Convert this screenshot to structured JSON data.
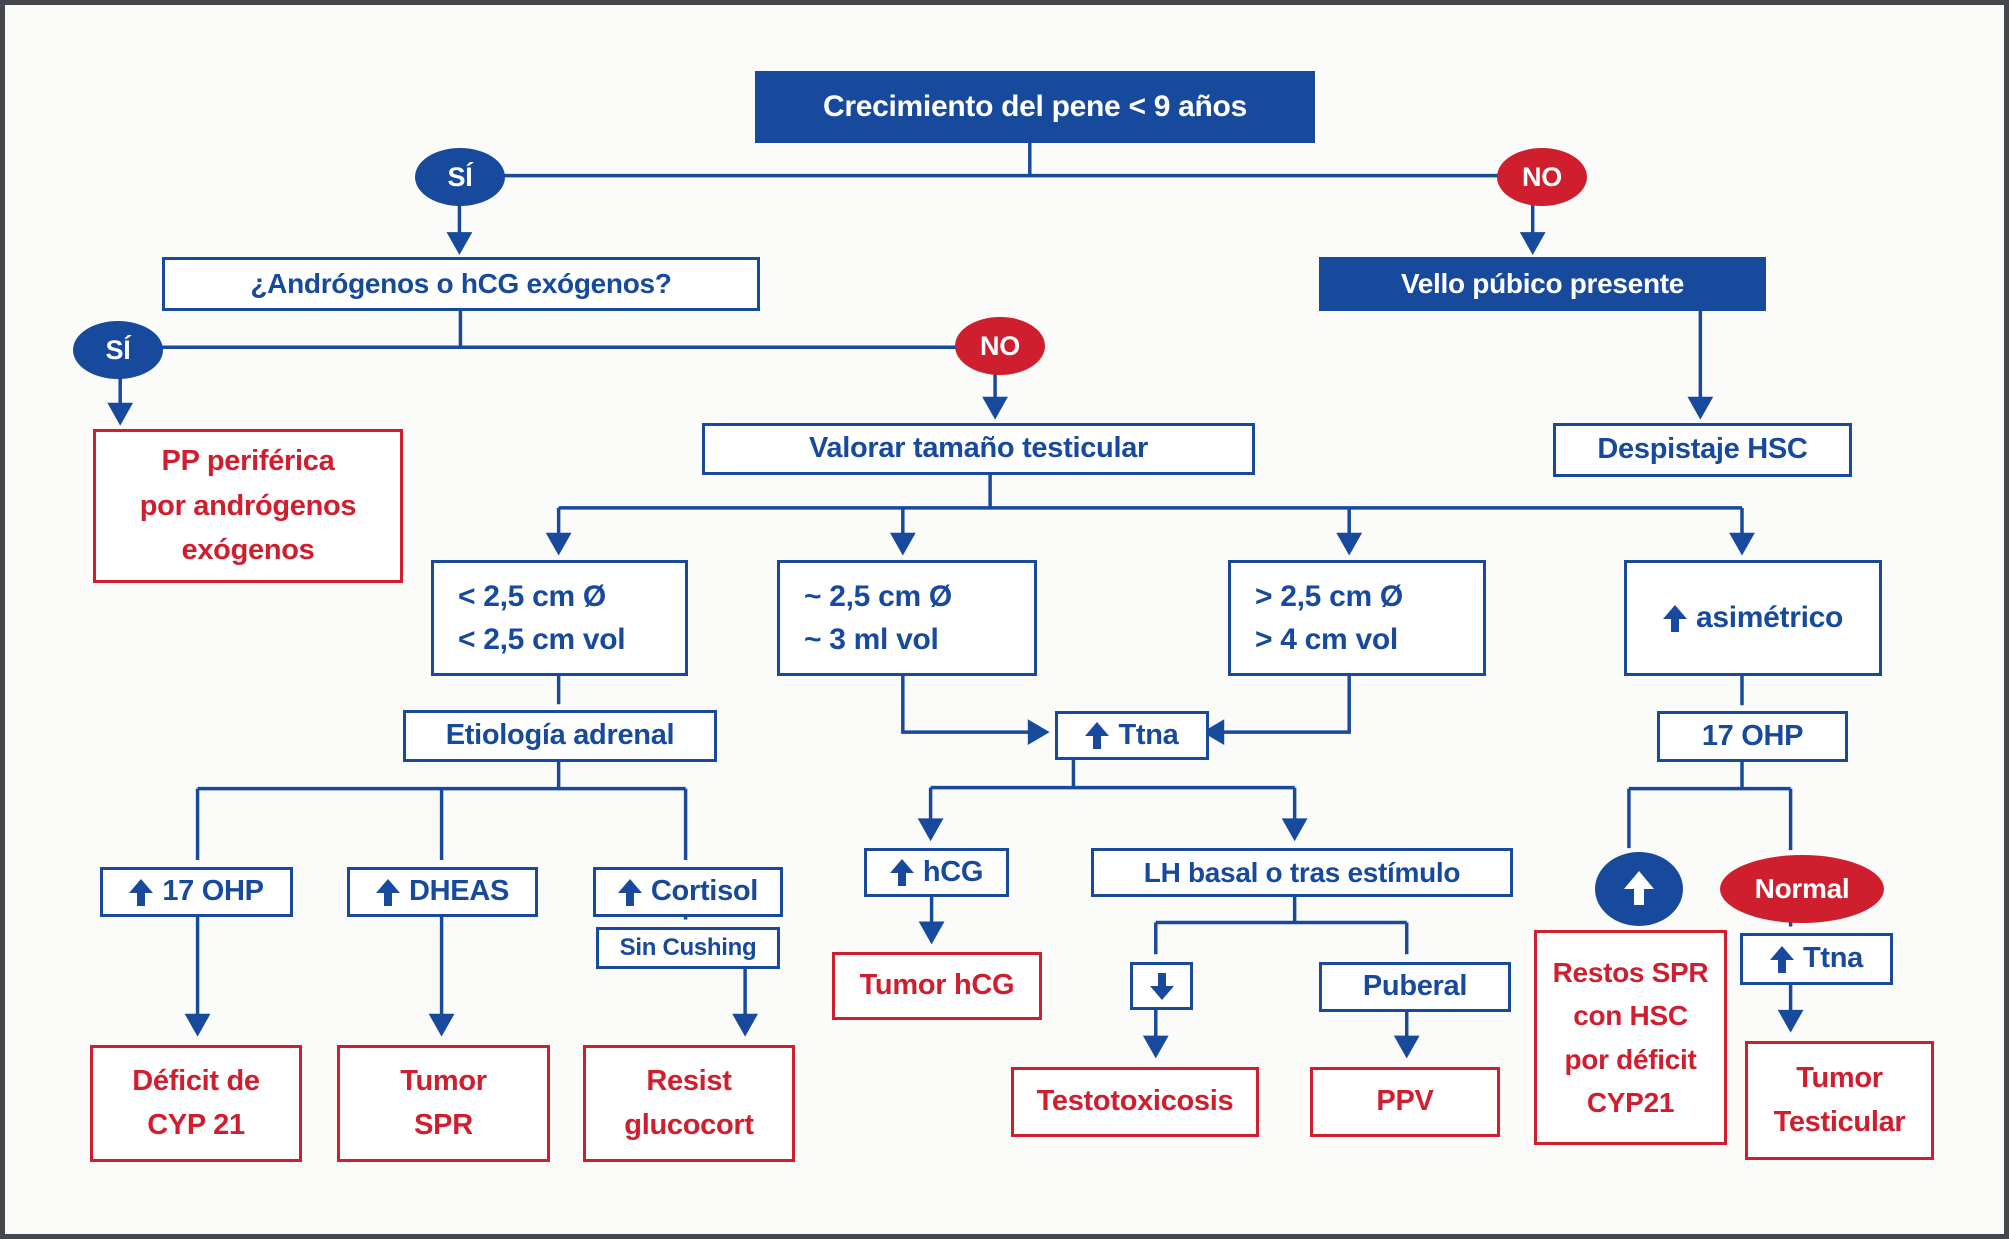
{
  "flowchart": {
    "colors": {
      "blue": "#17499d",
      "red": "#cf1f2f",
      "background": "#fbfbf9",
      "frame_border": "#44484e",
      "text_on_fill": "#ffffff"
    },
    "nodes": {
      "title": "Crecimiento del pene < 9 años",
      "si1": "SÍ",
      "no1": "NO",
      "androgenos": "¿Andrógenos o hCG exógenos?",
      "vello": "Vello púbico presente",
      "despistaje": "Despistaje HSC",
      "si2": "SÍ",
      "no2": "NO",
      "pp": [
        "PP periférica",
        "por andrógenos",
        "exógenos"
      ],
      "valorar": "Valorar tamaño testicular",
      "b1": [
        "< 2,5 cm Ø",
        "< 2,5 cm vol"
      ],
      "b2": [
        "~ 2,5 cm Ø",
        "~ 3 ml vol"
      ],
      "b3": [
        "> 2,5 cm Ø",
        "> 4 cm vol"
      ],
      "b4": "asimétrico",
      "etiologia": "Etiología adrenal",
      "ohp17_left": "17 OHP",
      "dheas": "DHEAS",
      "cortisol": "Cortisol",
      "sin_cushing": "Sin Cushing",
      "deficit": [
        "Déficit de",
        "CYP 21"
      ],
      "tumor_spr": [
        "Tumor",
        "SPR"
      ],
      "resist": [
        "Resist",
        "glucocort"
      ],
      "ttna": "Ttna",
      "hcg": "hCG",
      "tumor_hcg": "Tumor hCG",
      "lh": "LH basal o tras estímulo",
      "puberal": "Puberal",
      "testotoxicosis": "Testotoxicosis",
      "ppv": "PPV",
      "ohp17_right": "17 OHP",
      "normal": "Normal",
      "restos": [
        "Restos SPR",
        "con HSC",
        "por déficit",
        "CYP21"
      ],
      "ttna2": "Ttna",
      "tumor_testicular": [
        "Tumor",
        "Testicular"
      ]
    }
  }
}
